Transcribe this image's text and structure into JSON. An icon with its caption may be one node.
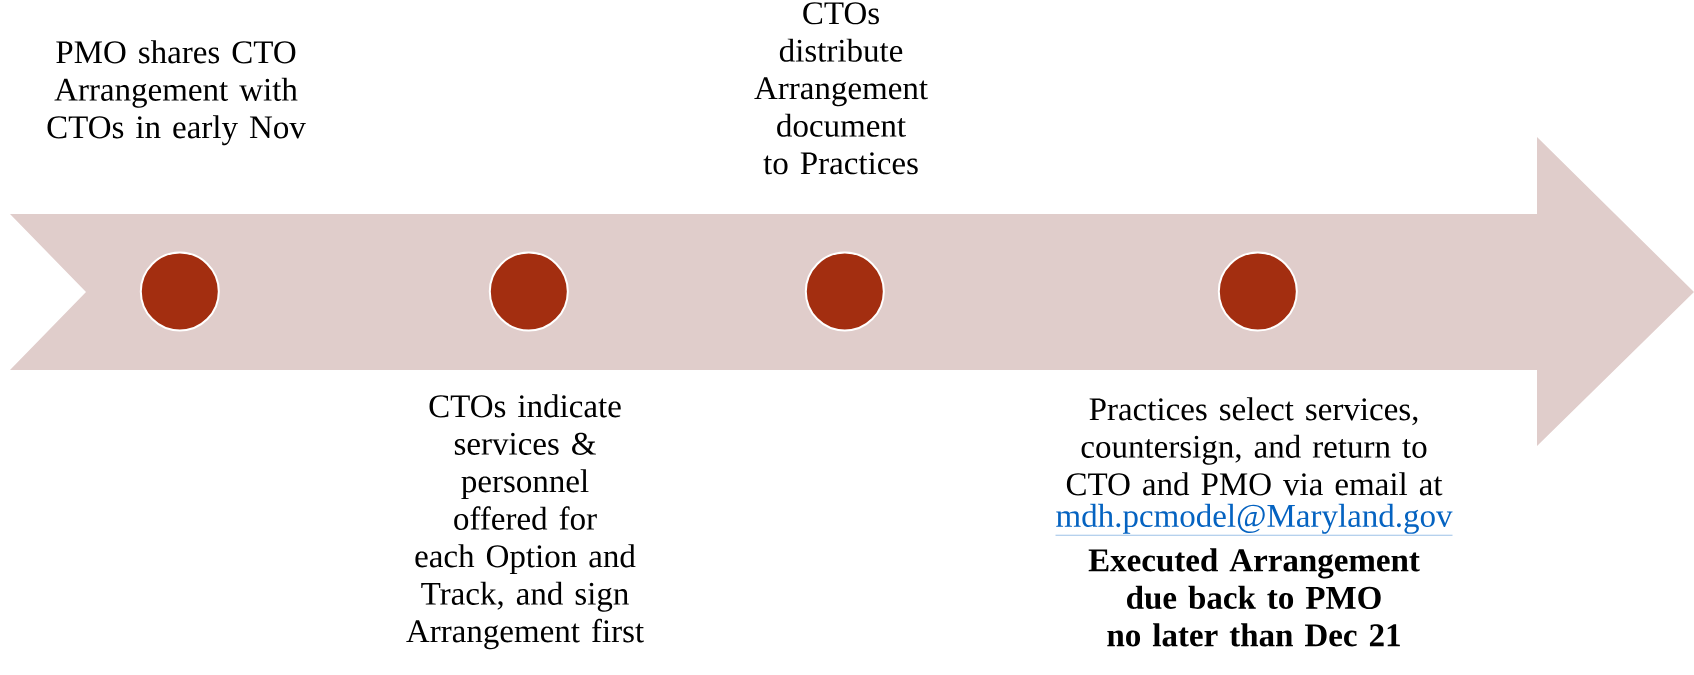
{
  "diagram": {
    "nodes": [
      {
        "text": [],
        "shape": "arrow"
      },
      {
        "text": [],
        "shape": "circle",
        "in": 0,
        "beside": [
          "PMO shares CTO Arrangement with CTOs in early Nov"
        ]
      },
      {
        "text": [],
        "shape": "circle",
        "in": 0,
        "beside": [
          "CTOs indicate services & personnel offered for each Option and Track, and sign Arrangement first"
        ]
      },
      {
        "text": [],
        "shape": "circle",
        "in": 0,
        "beside": [
          "CTOs distribute Arrangement document to Practices"
        ]
      },
      {
        "text": [],
        "shape": "circle",
        "in": 0,
        "beside": [
          "Practices select services, countersign, and return to CTO and PMO via email at",
          "mdh.pcmodel@Maryland.gov",
          "Executed Arrangement due back to PMO no later than Dec 21"
        ]
      }
    ],
    "edges": []
  }
}
